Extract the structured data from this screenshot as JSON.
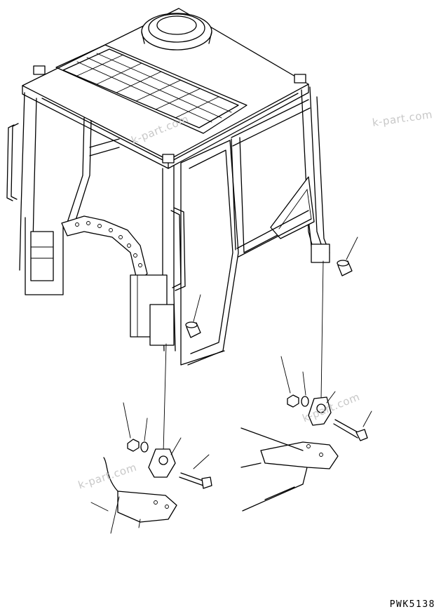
{
  "drawing": {
    "code": "PWK5138",
    "watermarks": [
      "k-part.com",
      "k-part.com",
      "k-part.com",
      "k-part.com"
    ],
    "components": [
      "cab-frame-icon",
      "roof-rack-icon",
      "round-hatch-icon",
      "left-damper-icon",
      "right-damper-icon",
      "left-mount-bracket-icon",
      "right-mount-bracket-icon",
      "left-nut-icon",
      "left-washer-icon",
      "right-nut-icon",
      "right-washer-icon",
      "left-bolt-icon",
      "right-bolt-icon",
      "left-base-plate-icon",
      "right-base-plate-icon"
    ]
  }
}
